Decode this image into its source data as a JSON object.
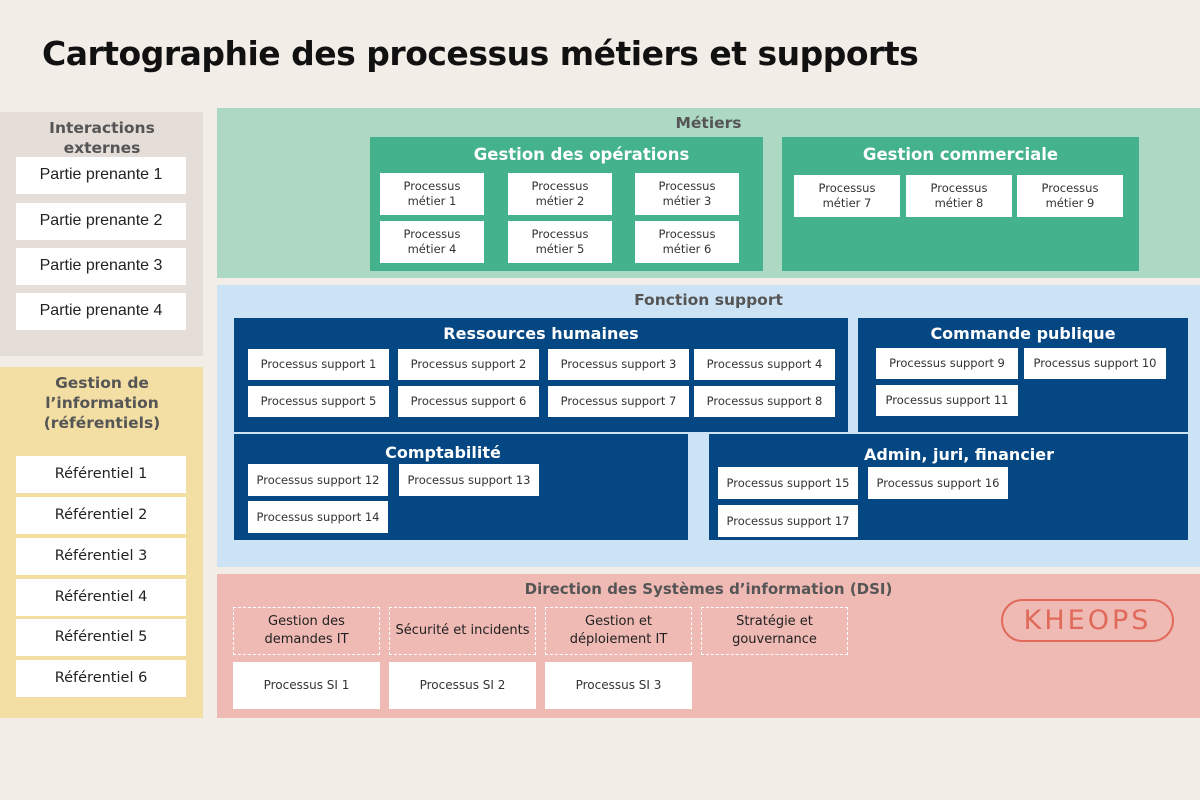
{
  "title": "Cartographie des processus métiers et supports",
  "interactions": {
    "title": "Interactions externes",
    "items": [
      "Partie prenante 1",
      "Partie prenante 2",
      "Partie prenante 3",
      "Partie prenante 4"
    ]
  },
  "gestion_info": {
    "title": "Gestion de l’information (référentiels)",
    "items": [
      "Référentiel 1",
      "Référentiel 2",
      "Référentiel 3",
      "Référentiel 4",
      "Référentiel 5",
      "Référentiel 6"
    ]
  },
  "metiers": {
    "title": "Métiers",
    "operations": {
      "title": "Gestion des opérations",
      "items": [
        "Processus métier 1",
        "Processus métier 2",
        "Processus métier 3",
        "Processus métier 4",
        "Processus métier 5",
        "Processus métier 6"
      ]
    },
    "commerciale": {
      "title": "Gestion commerciale",
      "items": [
        "Processus métier 7",
        "Processus métier 8",
        "Processus métier 9"
      ]
    }
  },
  "support": {
    "title": "Fonction support",
    "rh": {
      "title": "Ressources humaines",
      "items": [
        "Processus support 1",
        "Processus support 2",
        "Processus support 3",
        "Processus support 4",
        "Processus support 5",
        "Processus support 6",
        "Processus support 7",
        "Processus support 8"
      ]
    },
    "commande": {
      "title": "Commande publique",
      "items": [
        "Processus support 9",
        "Processus support 10",
        "Processus support 11"
      ]
    },
    "compta": {
      "title": "Comptabilité",
      "items": [
        "Processus support 12",
        "Processus support 13",
        "Processus support 14"
      ]
    },
    "admin": {
      "title": "Admin, juri, financier",
      "items": [
        "Processus support 15",
        "Processus support 16",
        "Processus support 17"
      ]
    }
  },
  "dsi": {
    "title": "Direction des Systèmes d’information (DSI)",
    "categories": [
      "Gestion des demandes IT",
      "Sécurité et incidents",
      "Gestion et déploiement IT",
      "Stratégie et gouvernance"
    ],
    "items": [
      "Processus SI 1",
      "Processus SI 2",
      "Processus SI 3"
    ]
  },
  "logo": "KHEOPS",
  "colors": {
    "background": "#f3ede7",
    "metiers_bg": "#acd8c4",
    "metiers_accent": "#44b28c",
    "support_bg": "#cce3f6",
    "support_accent": "#044783",
    "dsi_bg": "#efb9b4",
    "logo": "#e06a5a",
    "interactions_bg": "#e4ddd8",
    "gestion_info_bg": "#f3dfa4"
  }
}
